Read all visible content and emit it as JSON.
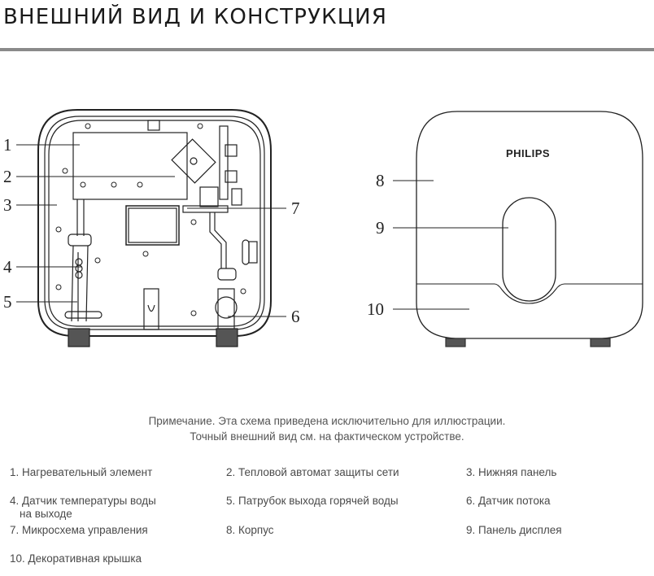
{
  "header": {
    "title": "ВНЕШНИЙ ВИД И КОНСТРУКЦИЯ"
  },
  "diagram": {
    "brand": "PHILIPS",
    "callouts_left": [
      "1",
      "2",
      "3",
      "4",
      "5"
    ],
    "callout_7": "7",
    "callout_6": "6",
    "callouts_right": [
      "8",
      "9",
      "10"
    ]
  },
  "note": {
    "line1": "Примечание. Эта схема приведена исключительно для иллюстрации.",
    "line2": "Точный внешний вид см. на фактическом устройстве."
  },
  "legend": [
    {
      "text": "1. Нагревательный элемент"
    },
    {
      "text": "2. Тепловой автомат защиты сети"
    },
    {
      "text": "3. Нижняя панель"
    },
    {
      "text": "4. Датчик температуры воды",
      "text2": "на выходе"
    },
    {
      "text": "5. Патрубок выхода горячей воды"
    },
    {
      "text": "6. Датчик потока"
    },
    {
      "text": "7. Микросхема управления"
    },
    {
      "text": "8. Корпус"
    },
    {
      "text": "9. Панель дисплея"
    },
    {
      "text": "10. Декоративная крышка"
    }
  ]
}
